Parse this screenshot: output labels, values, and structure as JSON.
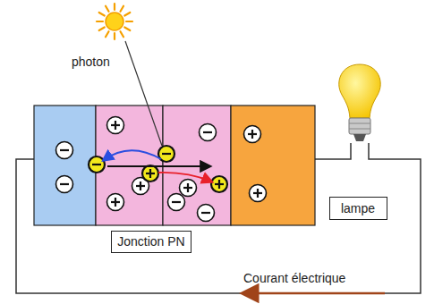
{
  "diagram": {
    "nodes": [
      {
        "text": [
          "Jonction PN"
        ]
      },
      {
        "text": [
          "lampe"
        ]
      }
    ],
    "labels": [
      "photon",
      "Courant électrique"
    ]
  }
}
